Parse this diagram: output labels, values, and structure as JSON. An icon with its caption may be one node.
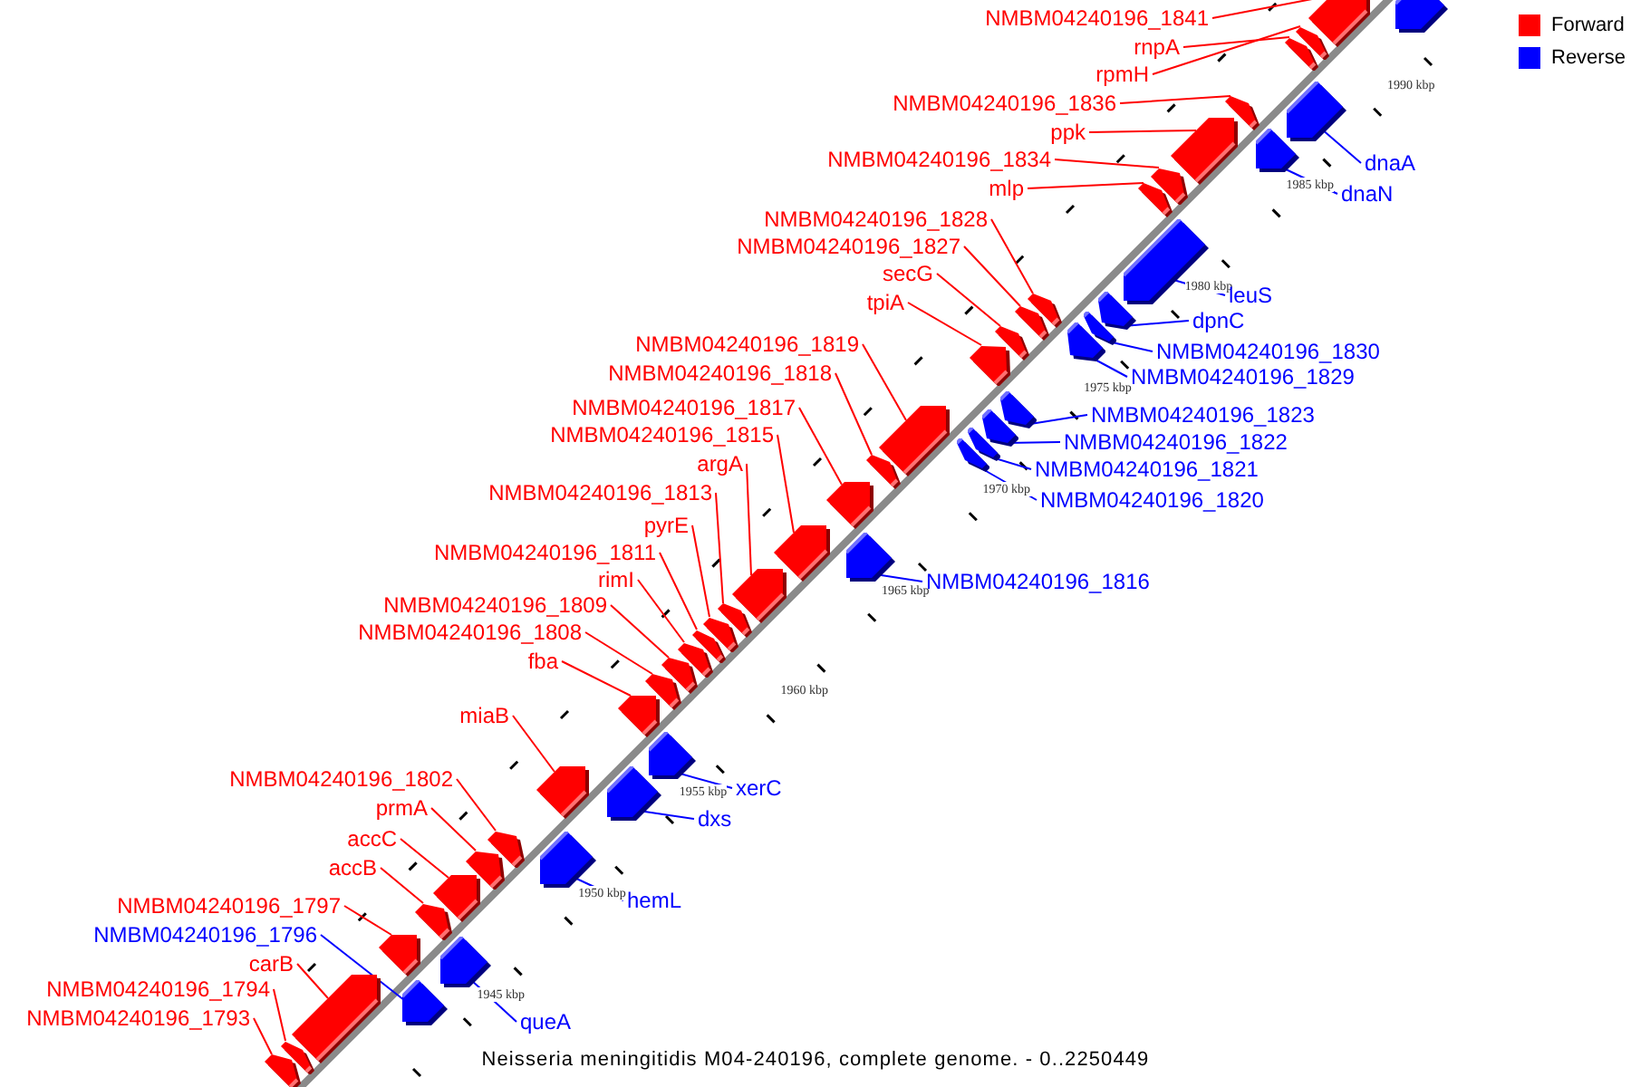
{
  "diagram": {
    "caption": "Neisseria meningitidis M04-240196, complete genome. - 0..2250449",
    "nodes": [
      {
        "text": [
          "NMBM04240196_1841"
        ]
      },
      {
        "text": [
          "rnpA"
        ]
      },
      {
        "text": [
          "rpmH"
        ]
      },
      {
        "text": [
          "NMBM04240196_1836"
        ]
      },
      {
        "text": [
          "ppk"
        ]
      },
      {
        "text": [
          "NMBM04240196_1834"
        ]
      },
      {
        "text": [
          "mlp"
        ]
      },
      {
        "text": [
          "NMBM04240196_1828"
        ]
      },
      {
        "text": [
          "NMBM04240196_1827"
        ]
      },
      {
        "text": [
          "secG"
        ]
      },
      {
        "text": [
          "tpiA"
        ]
      },
      {
        "text": [
          "NMBM04240196_1819"
        ]
      },
      {
        "text": [
          "NMBM04240196_1818"
        ]
      },
      {
        "text": [
          "NMBM04240196_1817"
        ]
      },
      {
        "text": [
          "NMBM04240196_1815"
        ]
      },
      {
        "text": [
          "argA"
        ]
      },
      {
        "text": [
          "NMBM04240196_1813"
        ]
      },
      {
        "text": [
          "pyrE"
        ]
      },
      {
        "text": [
          "NMBM04240196_1811"
        ]
      },
      {
        "text": [
          "rimI"
        ]
      },
      {
        "text": [
          "NMBM04240196_1809"
        ]
      },
      {
        "text": [
          "NMBM04240196_1808"
        ]
      },
      {
        "text": [
          "fba"
        ]
      },
      {
        "text": [
          "miaB"
        ]
      },
      {
        "text": [
          "NMBM04240196_1802"
        ]
      },
      {
        "text": [
          "prmA"
        ]
      },
      {
        "text": [
          "accC"
        ]
      },
      {
        "text": [
          "accB"
        ]
      },
      {
        "text": [
          "NMBM04240196_1797"
        ]
      },
      {
        "text": [
          "NMBM04240196_1796"
        ]
      },
      {
        "text": [
          "carB"
        ]
      },
      {
        "text": [
          "NMBM04240196_1794"
        ]
      },
      {
        "text": [
          "NMBM04240196_1793"
        ]
      },
      {
        "text": [
          "dnaA"
        ]
      },
      {
        "text": [
          "dnaN"
        ]
      },
      {
        "text": [
          "leuS"
        ]
      },
      {
        "text": [
          "dpnC"
        ]
      },
      {
        "text": [
          "NMBM04240196_1830"
        ]
      },
      {
        "text": [
          "NMBM04240196_1829"
        ]
      },
      {
        "text": [
          "NMBM04240196_1823"
        ]
      },
      {
        "text": [
          "NMBM04240196_1822"
        ]
      },
      {
        "text": [
          "NMBM04240196_1821"
        ]
      },
      {
        "text": [
          "NMBM04240196_1820"
        ]
      },
      {
        "text": [
          "NMBM04240196_1816"
        ]
      },
      {
        "text": [
          "xerC"
        ]
      },
      {
        "text": [
          "dxs"
        ]
      },
      {
        "text": [
          "hemL"
        ]
      },
      {
        "text": [
          "queA"
        ]
      },
      {
        "text": [],
        "shape": "block"
      },
      {
        "text": [],
        "shape": "block"
      },
      {
        "text": [],
        "shape": "block"
      },
      {
        "text": [],
        "shape": "block"
      },
      {
        "text": [],
        "shape": "block"
      },
      {
        "text": [],
        "shape": "block"
      },
      {
        "text": [],
        "shape": "block"
      },
      {
        "text": [],
        "shape": "block"
      },
      {
        "text": [],
        "shape": "block"
      },
      {
        "text": [],
        "shape": "block"
      },
      {
        "text": [],
        "shape": "block"
      },
      {
        "text": [],
        "shape": "block"
      },
      {
        "text": [],
        "shape": "block"
      },
      {
        "text": [],
        "shape": "block"
      },
      {
        "text": [],
        "shape": "block"
      },
      {
        "text": [],
        "shape": "block"
      },
      {
        "text": [],
        "shape": "block"
      },
      {
        "text": [],
        "shape": "block"
      },
      {
        "text": [],
        "shape": "block"
      },
      {
        "text": [],
        "shape": "block"
      },
      {
        "text": [],
        "shape": "block"
      },
      {
        "text": [],
        "shape": "block"
      },
      {
        "text": [],
        "shape": "block"
      },
      {
        "text": [],
        "shape": "block"
      },
      {
        "text": [],
        "shape": "block"
      },
      {
        "text": [],
        "shape": "block"
      },
      {
        "text": [],
        "shape": "block"
      },
      {
        "text": [],
        "shape": "block"
      },
      {
        "text": [],
        "shape": "block"
      },
      {
        "text": [],
        "shape": "block"
      },
      {
        "text": [],
        "shape": "block"
      },
      {
        "text": [],
        "shape": "block"
      },
      {
        "text": [],
        "shape": "block"
      },
      {
        "text": [],
        "shape": "block"
      },
      {
        "text": [],
        "shape": "block"
      },
      {
        "text": [],
        "shape": "block"
      },
      {
        "text": [],
        "shape": "block"
      },
      {
        "text": [],
        "shape": "block"
      },
      {
        "text": [],
        "shape": "block"
      },
      {
        "text": [],
        "shape": "block"
      },
      {
        "text": [],
        "shape": "block"
      },
      {
        "text": [],
        "shape": "block"
      },
      {
        "text": [],
        "shape": "block"
      },
      {
        "text": [],
        "shape": "block"
      },
      {
        "text": [],
        "shape": "block"
      },
      {
        "text": [],
        "shape": "block"
      },
      {
        "text": [],
        "shape": "block"
      },
      {
        "text": [],
        "shape": "block"
      },
      {
        "text": [],
        "shape": "block"
      }
    ],
    "edges": [
      {
        "from": 0,
        "to": 48,
        "arrow": "none"
      },
      {
        "from": 1,
        "to": 49,
        "arrow": "none"
      },
      {
        "from": 2,
        "to": 50,
        "arrow": "none"
      },
      {
        "from": 3,
        "to": 51,
        "arrow": "none"
      },
      {
        "from": 4,
        "to": 52,
        "arrow": "none"
      },
      {
        "from": 5,
        "to": 53,
        "arrow": "none"
      },
      {
        "from": 6,
        "to": 54,
        "arrow": "none"
      },
      {
        "from": 7,
        "to": 55,
        "arrow": "none"
      },
      {
        "from": 8,
        "to": 56,
        "arrow": "none"
      },
      {
        "from": 9,
        "to": 57,
        "arrow": "none"
      },
      {
        "from": 10,
        "to": 58,
        "arrow": "none"
      },
      {
        "from": 11,
        "to": 59,
        "arrow": "none"
      },
      {
        "from": 12,
        "to": 60,
        "arrow": "none"
      },
      {
        "from": 13,
        "to": 61,
        "arrow": "none"
      },
      {
        "from": 14,
        "to": 62,
        "arrow": "none"
      },
      {
        "from": 15,
        "to": 63,
        "arrow": "none"
      },
      {
        "from": 16,
        "to": 64,
        "arrow": "none"
      },
      {
        "from": 17,
        "to": 65,
        "arrow": "none"
      },
      {
        "from": 18,
        "to": 66,
        "arrow": "none"
      },
      {
        "from": 19,
        "to": 67,
        "arrow": "none"
      },
      {
        "from": 20,
        "to": 68,
        "arrow": "none"
      },
      {
        "from": 21,
        "to": 69,
        "arrow": "none"
      },
      {
        "from": 22,
        "to": 70,
        "arrow": "none"
      },
      {
        "from": 23,
        "to": 71,
        "arrow": "none"
      },
      {
        "from": 24,
        "to": 72,
        "arrow": "none"
      },
      {
        "from": 25,
        "to": 73,
        "arrow": "none"
      },
      {
        "from": 26,
        "to": 74,
        "arrow": "none"
      },
      {
        "from": 27,
        "to": 75,
        "arrow": "none"
      },
      {
        "from": 28,
        "to": 76,
        "arrow": "none"
      },
      {
        "from": 29,
        "to": 77,
        "arrow": "none",
        "color": "#0000ff"
      },
      {
        "from": 30,
        "to": 78,
        "arrow": "none"
      },
      {
        "from": 31,
        "to": 79,
        "arrow": "none"
      },
      {
        "from": 32,
        "to": 80,
        "arrow": "none"
      },
      {
        "from": 33,
        "to": 81,
        "arrow": "none",
        "color": "#0000ff"
      },
      {
        "from": 34,
        "to": 82,
        "arrow": "none",
        "color": "#0000ff"
      },
      {
        "from": 35,
        "to": 83,
        "arrow": "none",
        "color": "#0000ff"
      },
      {
        "from": 36,
        "to": 84,
        "arrow": "none",
        "color": "#0000ff"
      },
      {
        "from": 37,
        "to": 85,
        "arrow": "none",
        "color": "#0000ff"
      },
      {
        "from": 38,
        "to": 86,
        "arrow": "none",
        "color": "#0000ff"
      },
      {
        "from": 39,
        "to": 87,
        "arrow": "none",
        "color": "#0000ff"
      },
      {
        "from": 40,
        "to": 88,
        "arrow": "none",
        "color": "#0000ff"
      },
      {
        "from": 41,
        "to": 89,
        "arrow": "none",
        "color": "#0000ff"
      },
      {
        "from": 42,
        "to": 90,
        "arrow": "none",
        "color": "#0000ff"
      },
      {
        "from": 43,
        "to": 91,
        "arrow": "none",
        "color": "#0000ff"
      },
      {
        "from": 44,
        "to": 92,
        "arrow": "none",
        "color": "#0000ff"
      },
      {
        "from": 45,
        "to": 93,
        "arrow": "none",
        "color": "#0000ff"
      },
      {
        "from": 46,
        "to": 94,
        "arrow": "none",
        "color": "#0000ff"
      },
      {
        "from": 47,
        "to": 95,
        "arrow": "none",
        "color": "#0000ff"
      }
    ],
    "labels": [
      "1990 kbp",
      "1985 kbp",
      "1980 kbp",
      "1975 kbp",
      "1970 kbp",
      "1965 kbp",
      "1960 kbp",
      "1955 kbp",
      "1950 kbp",
      "1945 kbp"
    ],
    "legend": [
      {
        "text": "Forward",
        "color": "#ff0000"
      },
      {
        "text": "Reverse",
        "color": "#0000ff"
      }
    ]
  }
}
